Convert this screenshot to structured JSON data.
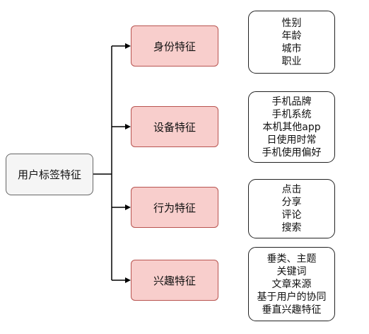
{
  "root": {
    "label": "用户标签特征"
  },
  "categories": [
    {
      "label": "身份特征",
      "details": [
        "性别",
        "年龄",
        "城市",
        "职业"
      ]
    },
    {
      "label": "设备特征",
      "details": [
        "手机品牌",
        "手机系统",
        "本机其他app",
        "日使用时常",
        "手机使用偏好"
      ]
    },
    {
      "label": "行为特征",
      "details": [
        "点击",
        "分享",
        "评论",
        "搜索"
      ]
    },
    {
      "label": "兴趣特征",
      "details": [
        "垂类、主题",
        "关键词",
        "文章来源",
        "基于用户的协同",
        "垂直兴趣特征"
      ]
    }
  ],
  "colors": {
    "category_fill": "#f8cecc",
    "category_stroke": "#b85450",
    "root_fill": "#f5f5f5",
    "line": "#000000"
  }
}
